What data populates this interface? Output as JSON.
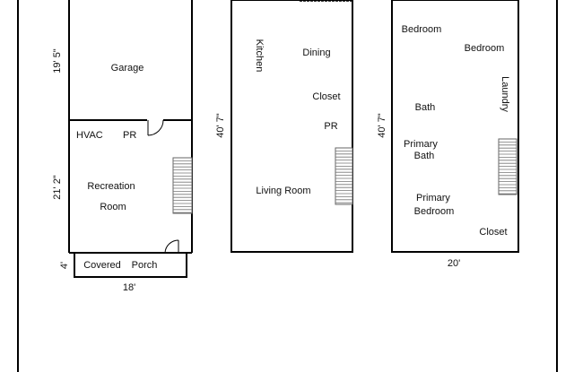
{
  "floors": [
    {
      "rooms": {
        "garage": "Garage",
        "hvac": "HVAC",
        "pr": "PR",
        "recreation": "Recreation",
        "room": "Room",
        "porch_a": "Covered",
        "porch_b": "Porch"
      },
      "dimensions": {
        "garage_depth": "19' 5\"",
        "lower_depth": "21' 2\"",
        "porch_depth": "4'",
        "width": "18'"
      }
    },
    {
      "rooms": {
        "kitchen": "Kitchen",
        "dining": "Dining",
        "closet": "Closet",
        "pr": "PR",
        "living": "Living Room"
      },
      "dimensions": {
        "depth": "40' 7\""
      }
    },
    {
      "rooms": {
        "bedroom1": "Bedroom",
        "bedroom2": "Bedroom",
        "laundry": "Laundry",
        "bath": "Bath",
        "primary_bath_a": "Primary",
        "primary_bath_b": "Bath",
        "primary_bed_a": "Primary",
        "primary_bed_b": "Bedroom",
        "closet": "Closet"
      },
      "dimensions": {
        "depth": "40' 7\"",
        "width": "20'"
      }
    }
  ]
}
